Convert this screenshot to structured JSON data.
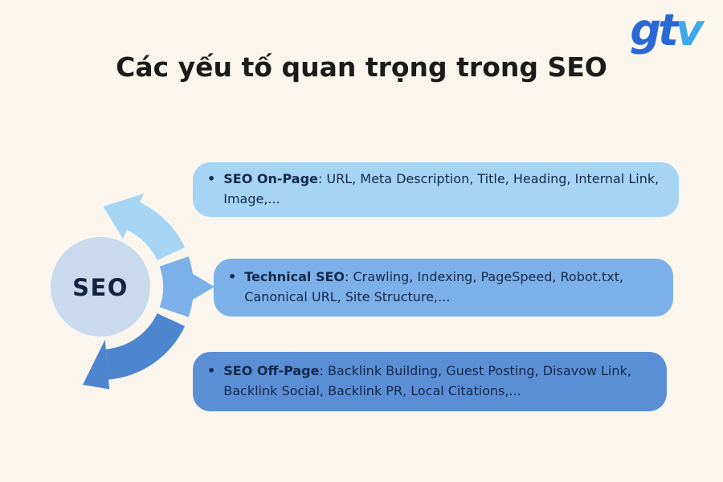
{
  "page": {
    "background_color": "#FBF6ED",
    "title": "Các yếu tố quan trọng trong SEO",
    "title_color": "#1B1B1B"
  },
  "logo": {
    "text_main": "gt",
    "text_accent": "v",
    "primary_color": "#2A68D6",
    "accent_color": "#3DA8EA"
  },
  "diagram": {
    "center_label": "SEO",
    "center_circle_color": "#C9DAEF",
    "center_text_color": "#10233F",
    "bullet": "•",
    "text_color": "#13294A",
    "boxes": [
      {
        "label": "SEO On-Page",
        "text": ": URL, Meta Description, Title, Heading, Internal Link, Image,...",
        "color": "#A5D4F4"
      },
      {
        "label": "Technical SEO",
        "text": ": Crawling, Indexing, PageSpeed, Robot.txt, Canonical URL, Site Structure,...",
        "color": "#7CB0E8"
      },
      {
        "label": "SEO Off-Page",
        "text": ": Backlink Building, Guest Posting, Disavow Link, Backlink Social, Backlink PR, Local Citations,...",
        "color": "#5A8FD5"
      }
    ],
    "segments": [
      {
        "name": "arc-on-page",
        "color": "#A5D4F4"
      },
      {
        "name": "arc-technical",
        "color": "#7CB0E8"
      },
      {
        "name": "arc-off-page",
        "color": "#4E85CF"
      }
    ]
  }
}
